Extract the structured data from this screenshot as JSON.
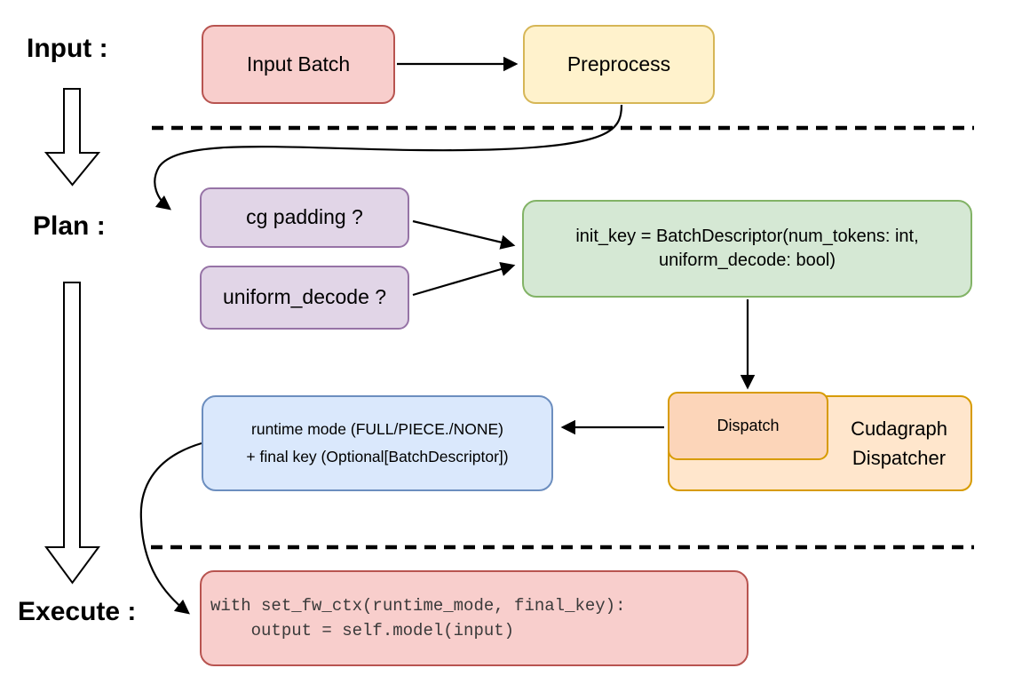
{
  "stages": {
    "input_label": "Input :",
    "plan_label": "Plan :",
    "execute_label": "Execute :"
  },
  "nodes": {
    "input_batch": {
      "label": "Input Batch"
    },
    "preprocess": {
      "label": "Preprocess"
    },
    "cg_padding": {
      "label": "cg padding ?"
    },
    "uniform_decode": {
      "label": "uniform_decode ?"
    },
    "init_key": {
      "line1": "init_key = BatchDescriptor(num_tokens: int,",
      "line2": "uniform_decode: bool)"
    },
    "dispatch": {
      "label": "Dispatch"
    },
    "cudagraph_dispatcher": {
      "line1": "Cudagraph",
      "line2": "Dispatcher"
    },
    "runtime_mode": {
      "line1": "runtime mode (FULL/PIECE./NONE)",
      "line2": "+ final key (Optional[BatchDescriptor])"
    },
    "execute_code": {
      "line1": "with set_fw_ctx(runtime_mode, final_key):",
      "line2": "    output = self.model(input)"
    }
  },
  "palette": {
    "red_fill": "#f8cecc",
    "red_stroke": "#b85450",
    "yellow_fill": "#fff2cc",
    "yellow_stroke": "#d6b656",
    "purple_fill": "#e1d5e7",
    "purple_stroke": "#9673a6",
    "green_fill": "#d5e8d4",
    "green_stroke": "#82b366",
    "orange_outer_fill": "#ffe6cc",
    "orange_inner_fill": "#fcd5b9",
    "orange_stroke": "#d79b00",
    "blue_fill": "#dae8fc",
    "blue_stroke": "#6c8ebf",
    "line_color": "#000000"
  }
}
